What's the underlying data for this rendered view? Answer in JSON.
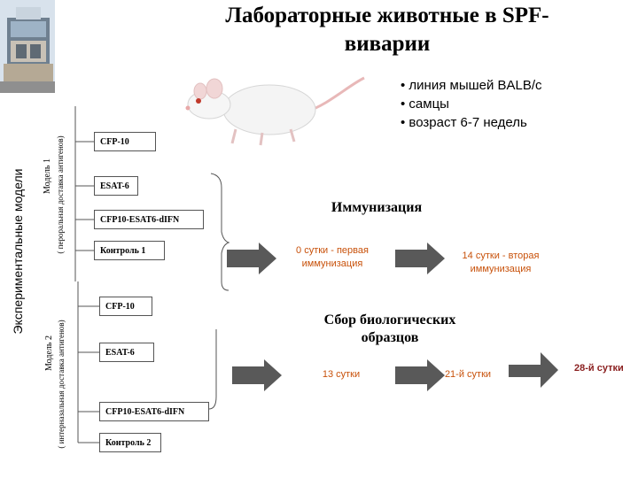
{
  "title": "Лабораторные животные в SPF-виварии",
  "bullets": [
    "линия  мышей BALB/c",
    "самцы",
    "возраст  6-7 недель"
  ],
  "side_label": "Экспериментальные модели",
  "model1": {
    "label": "Модель 1",
    "sublabel": "( пероральная доставка антигенов)",
    "boxes": [
      "CFP-10",
      "ESAT-6",
      "CFP10-ESAT6-dIFN",
      "Контроль 1"
    ]
  },
  "model2": {
    "label": "Модель 2",
    "sublabel": "( интерназальная доставка антигенов)",
    "boxes": [
      "CFP-10",
      "ESAT-6",
      "CFP10-ESAT6-dIFN",
      "Контроль 2"
    ]
  },
  "immunization": {
    "heading": "Иммунизация",
    "step1": "0 сутки - первая иммунизация",
    "step2": "14 сутки - вторая иммунизация"
  },
  "sampling": {
    "heading": "Сбор биологических образцов",
    "day1": "13 сутки",
    "day2": "21-й сутки",
    "day3": "28-й сутки"
  },
  "colors": {
    "arrow": "#595959",
    "orange_text": "#c8510a",
    "red_text": "#8a1f1f"
  }
}
